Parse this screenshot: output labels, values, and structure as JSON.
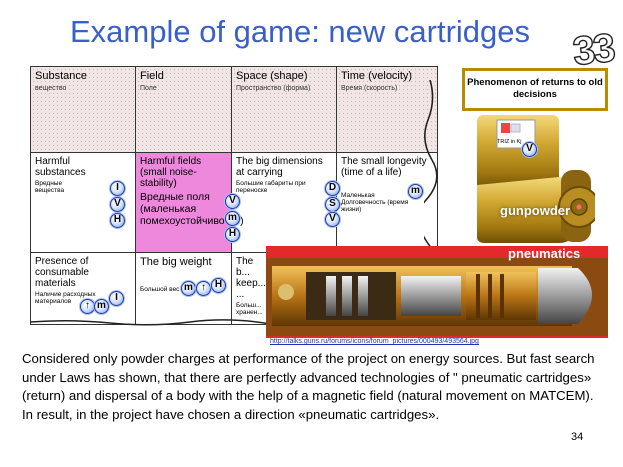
{
  "title": "Example of game: new cartridges",
  "slide_big_number": "33",
  "table": {
    "headers": [
      {
        "en": "Substance",
        "ru": "вещество"
      },
      {
        "en": "Field",
        "ru": "Поле"
      },
      {
        "en": "Space (shape)",
        "ru": "Пространство (форма)"
      },
      {
        "en": "Time (velocity)",
        "ru": "Время (скорость)"
      }
    ],
    "row1": {
      "substance_en": "Harmful substances",
      "substance_ru": "Вредные вещества",
      "field_en": "Harmful fields (small noise-stability)",
      "field_ru": "Вредные поля (маленькая помехоустойчивость)",
      "space_en": "The big dimensions at carrying",
      "space_ru": "Большие габариты при переноске",
      "time_en": "The small longevity (time of a life)",
      "time_ru": "Маленькая Долговечность (время жизни)"
    },
    "row2": {
      "substance_en": "Presence of consumable materials",
      "substance_ru": "Наличие расходных материалов",
      "field_en": "The big weight",
      "field_ru": "Большой вес",
      "space_en": "The b... keep... ...",
      "space_ru": "Больш... хранен..."
    }
  },
  "badges": {
    "r1_substance": [
      "I",
      "V",
      "H"
    ],
    "r1_field": [
      "V",
      "m",
      "H"
    ],
    "r1_space": [
      "D",
      "S",
      "V"
    ],
    "r1_time": [
      "m"
    ],
    "r2_substance": [
      "↑",
      "m",
      "I"
    ],
    "r2_field": [
      "m",
      "↑",
      "H"
    ],
    "cartridge": [
      "V"
    ]
  },
  "phenomenon_box": "Phenomenon of returns to old decisions",
  "doc_icon_label": "TRIZ in Kj",
  "gunpowder_label": "gunpowder",
  "pneumatics_label": "pneumatics",
  "image_url": "http://talks.guns.ru/forums/icons/forum_pictures/000493/493564.jpg",
  "body_text": "Considered only powder charges at performance of the project on energy sources. But fast search under Laws has shown, that there are perfectly advanced technologies of \" pneumatic cartridges» (return) and dispersal of a body with the help of a magnetic field (natural movement on MATCEM). In result, in the project have chosen a direction «pneumatic cartridges».",
  "page_number": "34",
  "colors": {
    "title": "#3a5fc8",
    "pink_cell": "#ee88dd",
    "pneumatics_panel": "#e22a2a",
    "phenomenon_border": "#b68c00",
    "brass": "#c9a233"
  }
}
